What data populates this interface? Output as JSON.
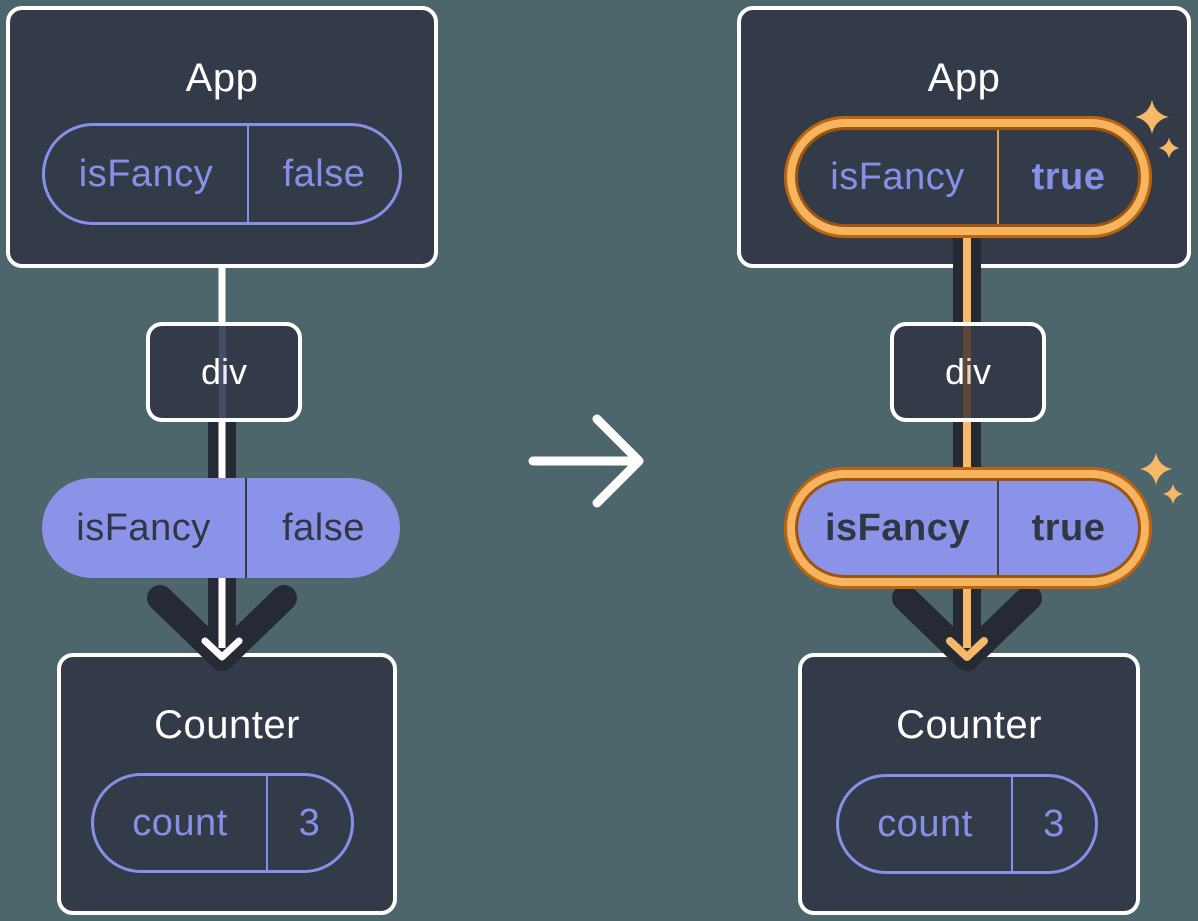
{
  "diagram": {
    "description": "React state lifted up and passed down as props: before (isFancy=false) and after (isFancy=true) component trees",
    "colors": {
      "background": "#4C666B",
      "card": "#343B48",
      "card_border": "#FFFFFF",
      "purple_outline": "#8790E8",
      "purple_fill": "#8B93E8",
      "dark_text": "#303744",
      "flow_line_dark": "#262A34",
      "highlight_orange_light": "#F6B96A",
      "highlight_orange_dark": "#BC6511",
      "arrow_white": "#FFFFFF"
    },
    "transition_arrow": {
      "icon": "right-arrow-icon"
    },
    "before": {
      "app": {
        "title": "App",
        "prop": {
          "name": "isFancy",
          "value": "false"
        }
      },
      "div_node": {
        "label": "div"
      },
      "passed_prop": {
        "name": "isFancy",
        "value": "false"
      },
      "counter": {
        "title": "Counter",
        "state": {
          "name": "count",
          "value": "3"
        }
      }
    },
    "after": {
      "app": {
        "title": "App",
        "prop": {
          "name": "isFancy",
          "value": "true"
        }
      },
      "div_node": {
        "label": "div"
      },
      "passed_prop": {
        "name": "isFancy",
        "value": "true"
      },
      "counter": {
        "title": "Counter",
        "state": {
          "name": "count",
          "value": "3"
        }
      }
    }
  }
}
